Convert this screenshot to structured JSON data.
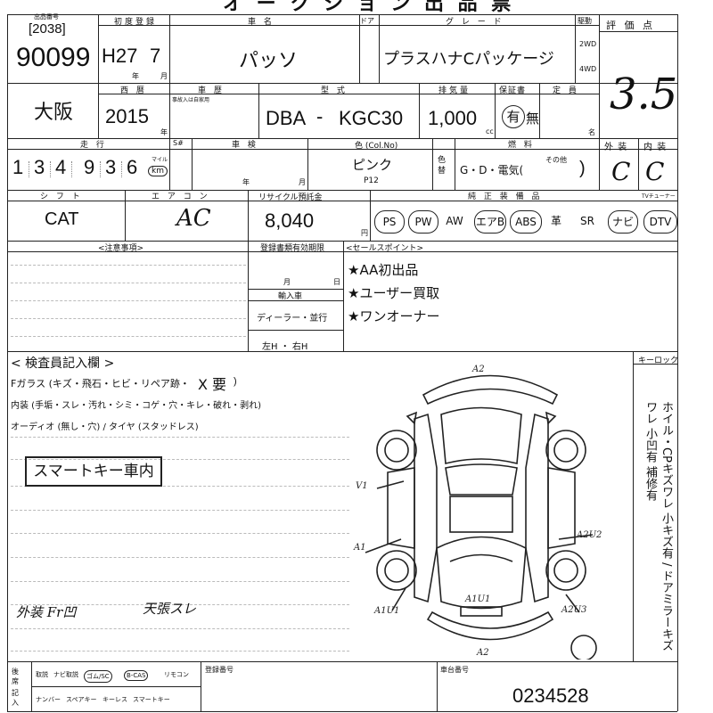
{
  "header": {
    "partial_title": "オ ー ク シ ョ ン 出 品 票"
  },
  "lot": {
    "sub_label": "出品番号",
    "code": "[2038]",
    "number": "90099"
  },
  "registration": {
    "label": "初度登録",
    "era_year": "H27",
    "month": "7",
    "year_unit": "年",
    "month_unit": "月"
  },
  "car_name": {
    "label": "車 名",
    "value": "パッソ"
  },
  "door": {
    "label": "ドア"
  },
  "grade": {
    "label": "グ レ ー ド",
    "value": "プラスハナCパッケージ"
  },
  "drive": {
    "label": "駆動",
    "opt1": "2WD",
    "opt2": "4WD"
  },
  "score": {
    "label": "評 価 点",
    "value": "3.5"
  },
  "region": {
    "value": "大阪"
  },
  "model_year": {
    "label": "西 暦",
    "value": "2015",
    "unit": "年"
  },
  "history": {
    "label": "車 歴",
    "note": "事故入は自家用"
  },
  "model": {
    "label": "型 式",
    "prefix": "DBA",
    "dash": "-",
    "code": "KGC30"
  },
  "displacement": {
    "label": "排気量",
    "value": "1,000",
    "unit": "cc"
  },
  "warranty": {
    "label": "保証書",
    "yes": "有",
    "no": "無"
  },
  "capacity": {
    "label": "定 員",
    "unit": "名"
  },
  "mileage": {
    "label": "走 行",
    "digits": [
      "1",
      "3",
      "4",
      "9",
      "3",
      "6"
    ],
    "unit_top": "マイル",
    "unit": "km"
  },
  "s_no": {
    "label": "S#"
  },
  "inspection": {
    "label": "車 検",
    "year_unit": "年",
    "month_unit": "月"
  },
  "color": {
    "label": "色 (Col.No)",
    "value": "ピンク",
    "code": "P12",
    "change_label": "色替"
  },
  "fuel": {
    "label": "燃 料",
    "options": "G・D・電気(",
    "other": "その他",
    "close": ")"
  },
  "exterior": {
    "label": "外 装",
    "value": "C"
  },
  "interior": {
    "label": "内 装",
    "value": "C"
  },
  "shift": {
    "label": "シ フ ト",
    "value": "CAT"
  },
  "aircon": {
    "label": "エ ア コ ン",
    "value": "AC"
  },
  "recycle": {
    "label": "リサイクル預託金",
    "value": "8,040",
    "unit": "円"
  },
  "equipment": {
    "label": "純 正 装 備 品",
    "tuner_label": "TVチューナー",
    "items": [
      {
        "text": "PS",
        "circled": true
      },
      {
        "text": "PW",
        "circled": true
      },
      {
        "text": "AW",
        "circled": false
      },
      {
        "text": "エアB",
        "circled": true
      },
      {
        "text": "ABS",
        "circled": true
      },
      {
        "text": "革",
        "circled": false
      },
      {
        "text": "SR",
        "circled": false
      },
      {
        "text": "ナビ",
        "circled": true
      },
      {
        "text": "DTV",
        "circled": true
      }
    ]
  },
  "notes": {
    "label": "<注意事項>"
  },
  "doc_expiry": {
    "label": "登録書類有効期限",
    "month_unit": "月",
    "day_unit": "日"
  },
  "import": {
    "label": "輸入車",
    "dealer": "ディーラー・並行",
    "hand": "左H ・ 右H"
  },
  "sales_points": {
    "label": "<セールスポイント>",
    "items": [
      "★AA初出品",
      "★ユーザー買取",
      "★ワンオーナー"
    ]
  },
  "inspector": {
    "label": "< 検査員記入欄 >",
    "line1": "Fガラス (キズ・飛石・ヒビ・リペア跡・",
    "line1_mark": "X 要",
    "line1_end": ")",
    "line2": "内装 (手垢・スレ・汚れ・シミ・コゲ・穴・キレ・破れ・剥れ)",
    "line3": "オーディオ (無し・穴) / タイヤ (スタッドレス)",
    "handwritten_box": "スマートキー車内",
    "handwritten_a": "外装 Fr凹",
    "handwritten_b": "天張スレ"
  },
  "keylock": {
    "label": "キーロック"
  },
  "side_note": "ホイル・CPキズワレ 小キズ有 / ドアミラーキズワレ 小凹有 補修有",
  "diagram_marks": [
    "A2",
    "V1",
    "A1",
    "A2U2",
    "A1U1",
    "A1U1",
    "A2U3",
    "A2"
  ],
  "bottom": {
    "col1": "後席",
    "col1b": "記入",
    "row1": [
      "取説",
      "ナビ取説",
      "ゴム/SC",
      "B-CAS",
      "リモコン"
    ],
    "row2": [
      "ナンバー",
      "スペアキー",
      "キーレス",
      "スマートキー"
    ],
    "reg_no_label": "登録番号",
    "chassis_label": "車台番号",
    "chassis_value": "0234528"
  }
}
